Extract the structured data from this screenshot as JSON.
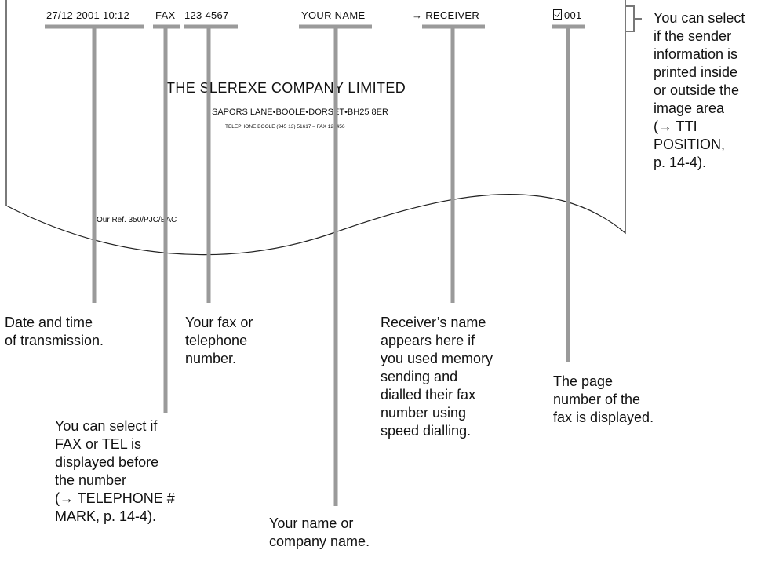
{
  "fax_header": {
    "datetime": "27/12 2001  10:12",
    "fax_mark": "FAX",
    "fax_number": "123 4567",
    "sender_name": "YOUR NAME",
    "receiver": "→ RECEIVER",
    "page_number": "001",
    "page_icon": "page-checkmark-icon"
  },
  "letterhead": {
    "company": "THE SLEREXE COMPANY LIMITED",
    "address": "SAPORS LANE•BOOLE•DORSET•BH25 8ER",
    "phone": "TELEPHONE BOOLE (945 13) 51617 – FAX 123456",
    "reference": "Our Ref. 350/PJC/EAC"
  },
  "callouts": {
    "tti_position": "You can select\nif the sender\ninformation is\nprinted inside\nor outside the\nimage area\n(→ TTI\nPOSITION,\np. 14-4).",
    "datetime": "Date and time\nof transmission.",
    "fax_mark": "You can select if\nFAX or TEL is\ndisplayed before\nthe number\n(→ TELEPHONE #\nMARK, p. 14-4).",
    "fax_number": "Your fax or\ntelephone\nnumber.",
    "name": "Your name or\ncompany name.",
    "receiver": "Receiver’s name\nappears here if\nyou used memory\nsending and\ndialled their fax\nnumber using\nspeed dialling.",
    "page_number": "The page\nnumber of the\nfax is displayed."
  },
  "colors": {
    "leader_line": "#9a9a9a",
    "outline": "#222222",
    "text": "#111111"
  }
}
